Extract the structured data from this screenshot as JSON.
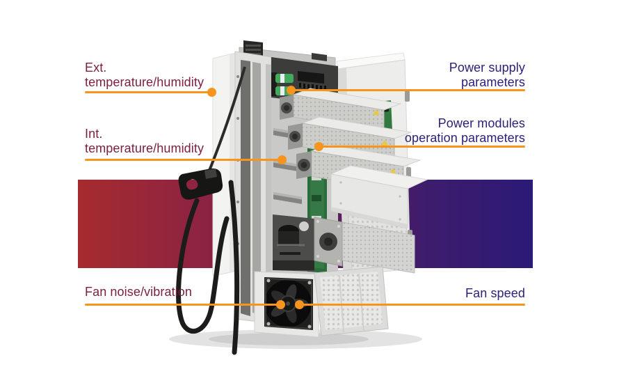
{
  "colors": {
    "accent": "#f7941e",
    "left_label": "#7c2040",
    "right_label": "#2b2178",
    "band_left": "#a62b2e",
    "band_right": "#2b1a77"
  },
  "callouts": {
    "left": [
      {
        "id": "ext-temperature-humidity",
        "lines": [
          "Ext.",
          "temperature/humidity"
        ]
      },
      {
        "id": "int-temperature-humidity",
        "lines": [
          "Int.",
          "temperature/humidity"
        ]
      },
      {
        "id": "fan-noise-vibration",
        "lines": [
          "Fan noise/vibration"
        ]
      }
    ],
    "right": [
      {
        "id": "power-supply-parameters",
        "lines": [
          "Power supply",
          "parameters"
        ]
      },
      {
        "id": "power-modules-operation-parameters",
        "lines": [
          "Power modules",
          "operation parameters"
        ]
      },
      {
        "id": "fan-speed",
        "lines": [
          "Fan speed"
        ]
      }
    ]
  }
}
